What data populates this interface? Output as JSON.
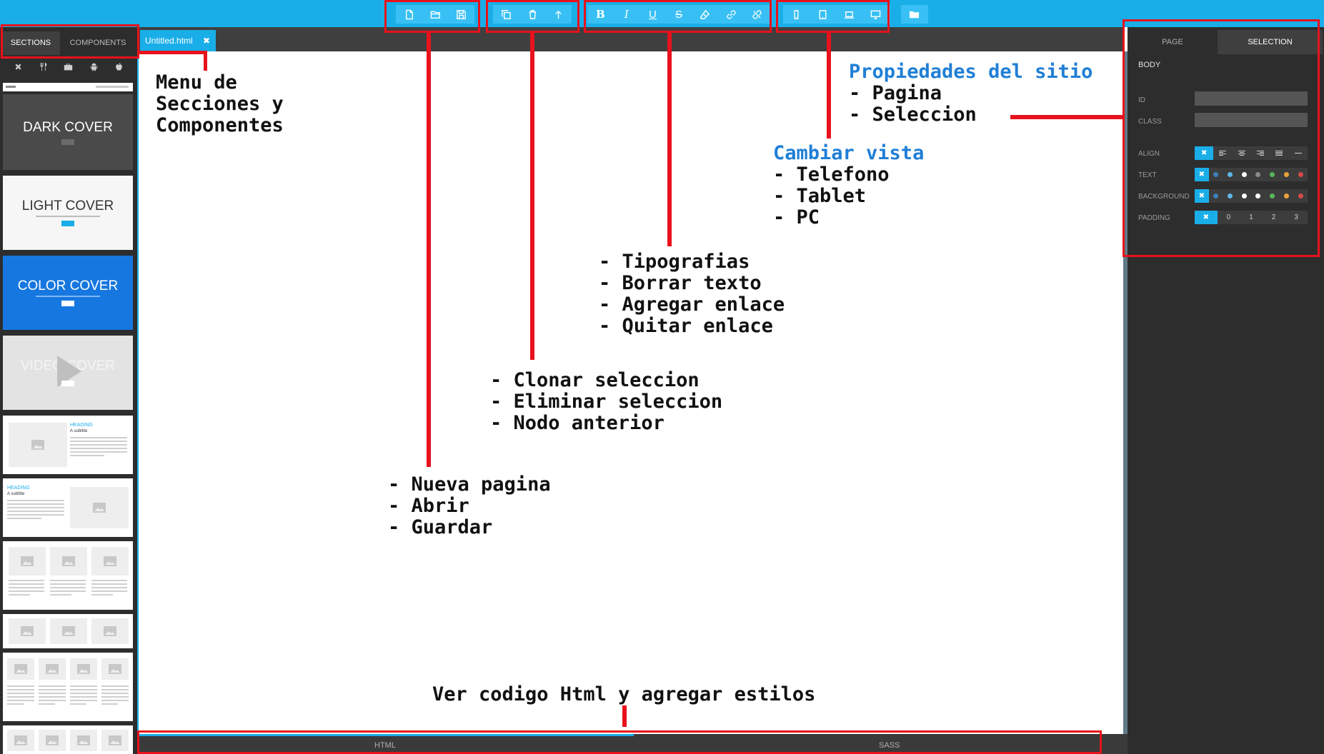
{
  "toolbar": {
    "file_group": [
      "new-page-icon",
      "open-folder-icon",
      "save-icon"
    ],
    "selection_group": [
      "clone-icon",
      "trash-icon",
      "parent-node-icon"
    ],
    "format_group": {
      "bold": "B",
      "italic": "I",
      "underline": "U",
      "strike": "S",
      "icons": [
        "eraser-icon",
        "link-icon",
        "unlink-icon"
      ]
    },
    "view_group": [
      "phone-icon",
      "tablet-icon",
      "laptop-icon",
      "desktop-icon"
    ],
    "folder": "folder-icon"
  },
  "left_sidebar": {
    "tabs": [
      "SECTIONS",
      "COMPONENTS"
    ],
    "active_tab": "SECTIONS",
    "categories": [
      "close-icon",
      "restaurant-icon",
      "briefcase-icon",
      "android-icon",
      "apple-icon"
    ],
    "sections": {
      "dark_cover": "DARK COVER",
      "light_cover": "LIGHT COVER",
      "color_cover": "COLOR COVER",
      "video_cover": "VIDEO COVER",
      "heading": "HEADING",
      "subtitle": "A subtitle"
    }
  },
  "document_tab": {
    "label": "Untitled.html",
    "close": "✖"
  },
  "code_panel": {
    "tabs": [
      "HTML",
      "SASS"
    ]
  },
  "right_panel": {
    "tabs": [
      "PAGE",
      "SELECTION"
    ],
    "active_tab": "SELECTION",
    "selected_element": "BODY",
    "id_label": "ID",
    "id_value": "",
    "class_label": "CLASS",
    "class_value": "",
    "align_label": "ALIGN",
    "text_label": "TEXT",
    "background_label": "BACKGROUND",
    "padding_label": "PADDING",
    "clear_glyph": "✖",
    "padding_values": [
      "0",
      "1",
      "2",
      "3"
    ],
    "text_colors": [
      "#3d7fb8",
      "#5fb6e8",
      "#ffffff",
      "#8a8a8a",
      "#57b65a",
      "#e9a23b",
      "#d94a4a"
    ],
    "background_colors": [
      "#3d7fb8",
      "#5fb6e8",
      "#ffffff",
      "#ffffff",
      "#57b65a",
      "#e9a23b",
      "#d94a4a"
    ]
  },
  "annotations": {
    "menu": "Menu de\nSecciones y\nComponentes",
    "site_props_title": "Propiedades del sitio",
    "site_props_items": "- Pagina\n- Seleccion",
    "view_title": "Cambiar vista",
    "view_items": "- Telefono\n- Tablet\n- PC",
    "format_items": "- Tipografias\n- Borrar texto\n- Agregar enlace\n- Quitar enlace",
    "selection_items": "- Clonar seleccion\n- Eliminar seleccion\n- Nodo anterior",
    "file_items": "- Nueva pagina\n- Abrir\n- Guardar",
    "code": "Ver codigo Html y agregar estilos"
  },
  "colors": {
    "accent": "#1aaee8",
    "annotation_red": "#e8121c",
    "annotation_blue": "#1f7fd6",
    "panel_dark": "#2d2d2d"
  }
}
